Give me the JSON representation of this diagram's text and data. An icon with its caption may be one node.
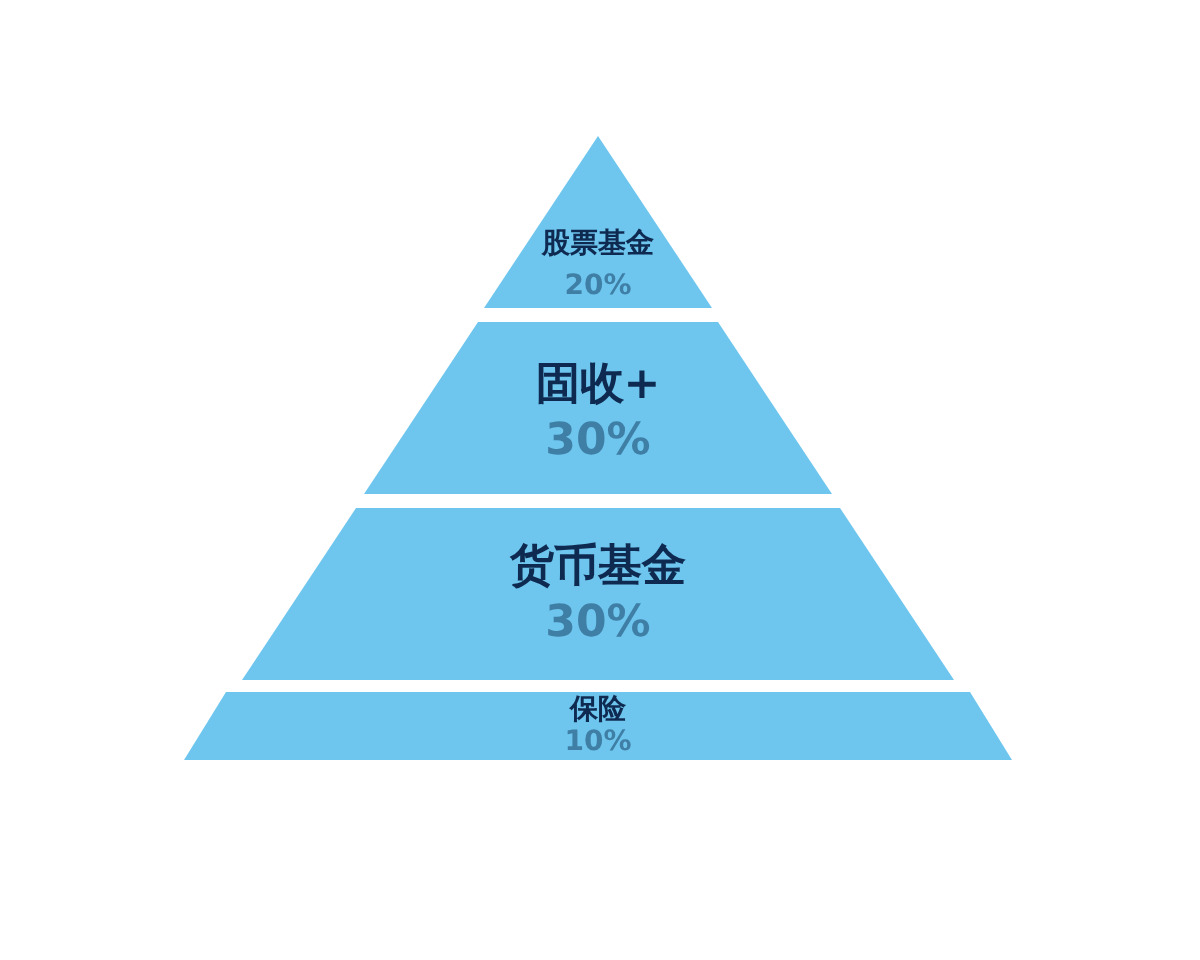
{
  "diagram": {
    "nodes": [
      {
        "text": [
          "股票基金",
          "20%"
        ]
      },
      {
        "text": [
          "固收+",
          "30%"
        ]
      },
      {
        "text": [
          "货币基金",
          "30%"
        ]
      },
      {
        "text": [
          "保险",
          "10%"
        ]
      }
    ]
  }
}
